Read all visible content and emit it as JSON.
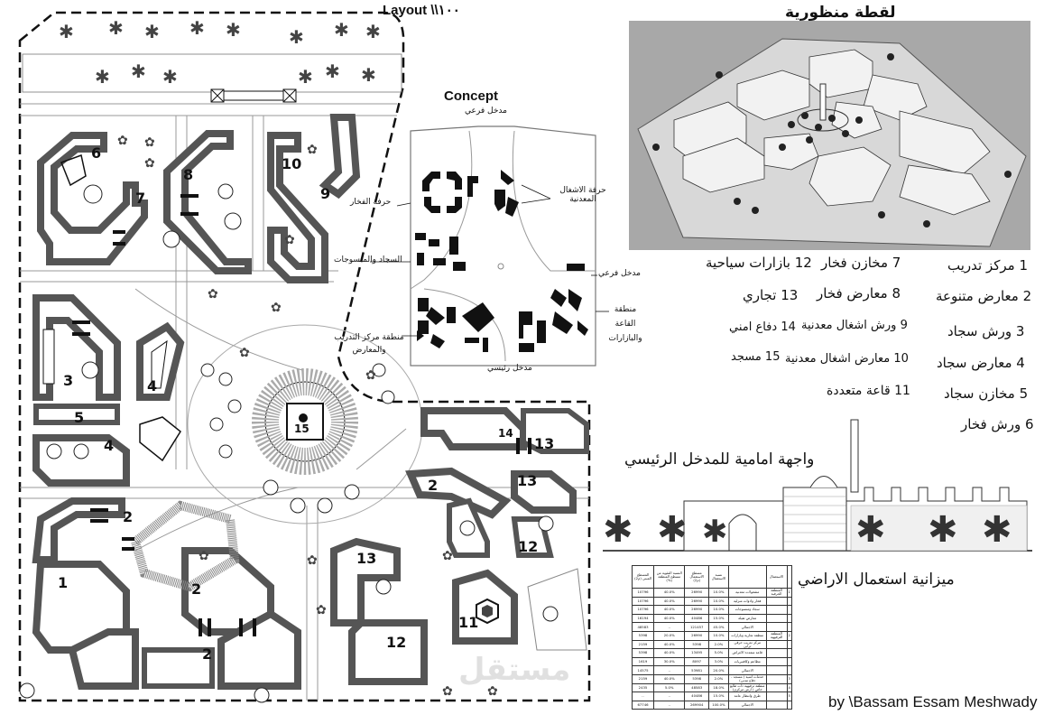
{
  "layout_title": "Layout \\\\١٠٠",
  "concept": {
    "title": "Concept",
    "labels": {
      "sub_entrance_top": "مدخل فرعي",
      "metal_crafts": "حرفة الاشغال المعدنية",
      "pottery_craft": "حرفة الفخار",
      "carpets_textiles": "السجاد والمنسوجات",
      "sub_entrance_right": "مدخل فرعي",
      "hall_bazaars": "منطقة القاعة والبازارات",
      "training_center_exhibitions": "منطقة مركز التدريب والمعارض",
      "main_entrance": "مدخل رئيسي"
    }
  },
  "plan_numbers": [
    "1",
    "2",
    "2",
    "2",
    "2",
    "3",
    "4",
    "4",
    "5",
    "6",
    "7",
    "8",
    "9",
    "10",
    "11",
    "12",
    "12",
    "13",
    "13",
    "14",
    "15"
  ],
  "perspective_title": "لقطة منظورية",
  "legend": {
    "col1": [
      "1 مركز تدريب",
      "2 معارض متنوعة",
      "3 ورش سجاد",
      "4 معارض سجاد",
      "5 مخازن سجاد",
      "6 ورش فخار"
    ],
    "col2": [
      "7 مخازن فخار",
      "8 معارض فخار",
      "9 ورش اشغال معدنية",
      "10 معارض اشغال معدنية",
      "11 قاعة متعددة"
    ],
    "col3": [
      "12 بازارات سياحية",
      "13 تجاري",
      "14 دفاع امني",
      "15 مسجد"
    ]
  },
  "facade_title": "واجهة امامية للمدخل الرئيسي",
  "budget_title": "ميزانية استعمال الاراضي",
  "budget_table": {
    "headers": [
      "المسطح المبني (م2)",
      "النسبة المئوية من مسطح المنطقة (%)",
      "مسطح الاستعمال (م2)",
      "نسبة الاستعمال",
      "",
      "الاستعمال",
      ""
    ],
    "rows": [
      [
        "10796",
        "40.0%",
        "26990",
        "10.0%",
        "مشغولات معدنية",
        "المنطقة الحرفية",
        "1"
      ],
      [
        "10796",
        "40.0%",
        "26990",
        "10.0%",
        "فخار وادوات منزلية",
        "",
        ""
      ],
      [
        "10796",
        "40.0%",
        "26990",
        "10.0%",
        "سجاد ومنسوجات",
        "",
        ""
      ],
      [
        "16194",
        "40.0%",
        "40486",
        "15.0%",
        "معارض ثقيلة",
        "",
        ""
      ],
      [
        "48583",
        "..",
        "121457",
        "45.0%",
        "الاجمالي",
        "",
        ""
      ],
      [
        "5398",
        "20.0%",
        "26990",
        "10.0%",
        "منطقة تجارية وبازارات",
        "المنطقة الترفيهية",
        "2"
      ],
      [
        "2159",
        "40.0%",
        "5398",
        "2.0%",
        "مركز تدريب حرفي ثرابي",
        "",
        ""
      ],
      [
        "5398",
        "40.0%",
        "13495",
        "5.0%",
        "قاعة متعددة الاغراض",
        "",
        ""
      ],
      [
        "1619",
        "30.0%",
        "8097",
        "3.0%",
        "مطاعم وكافتيريات",
        "",
        ""
      ],
      [
        "14575",
        "..",
        "53981",
        "20.0%",
        "الاجمالي",
        "",
        ""
      ],
      [
        "2159",
        "40.0%",
        "5398",
        "2.0%",
        "خدمات امنية ( مسجد - دفاع مدني)",
        "",
        "3"
      ],
      [
        "2435",
        "5.0%",
        "48583",
        "18.0%",
        "منطقة ترفيهية ذات طابع خاص ( ارض مركزي)",
        "",
        "4"
      ],
      [
        "..",
        "..",
        "40486",
        "15.0%",
        "طرق وانتظار عامة",
        "",
        "5"
      ],
      [
        "67746",
        "..",
        "269904",
        "100.0%",
        "الاجمالي",
        "",
        ""
      ]
    ]
  },
  "author": "by \\Bassam Essam Meshwady",
  "watermark": "مستقل"
}
